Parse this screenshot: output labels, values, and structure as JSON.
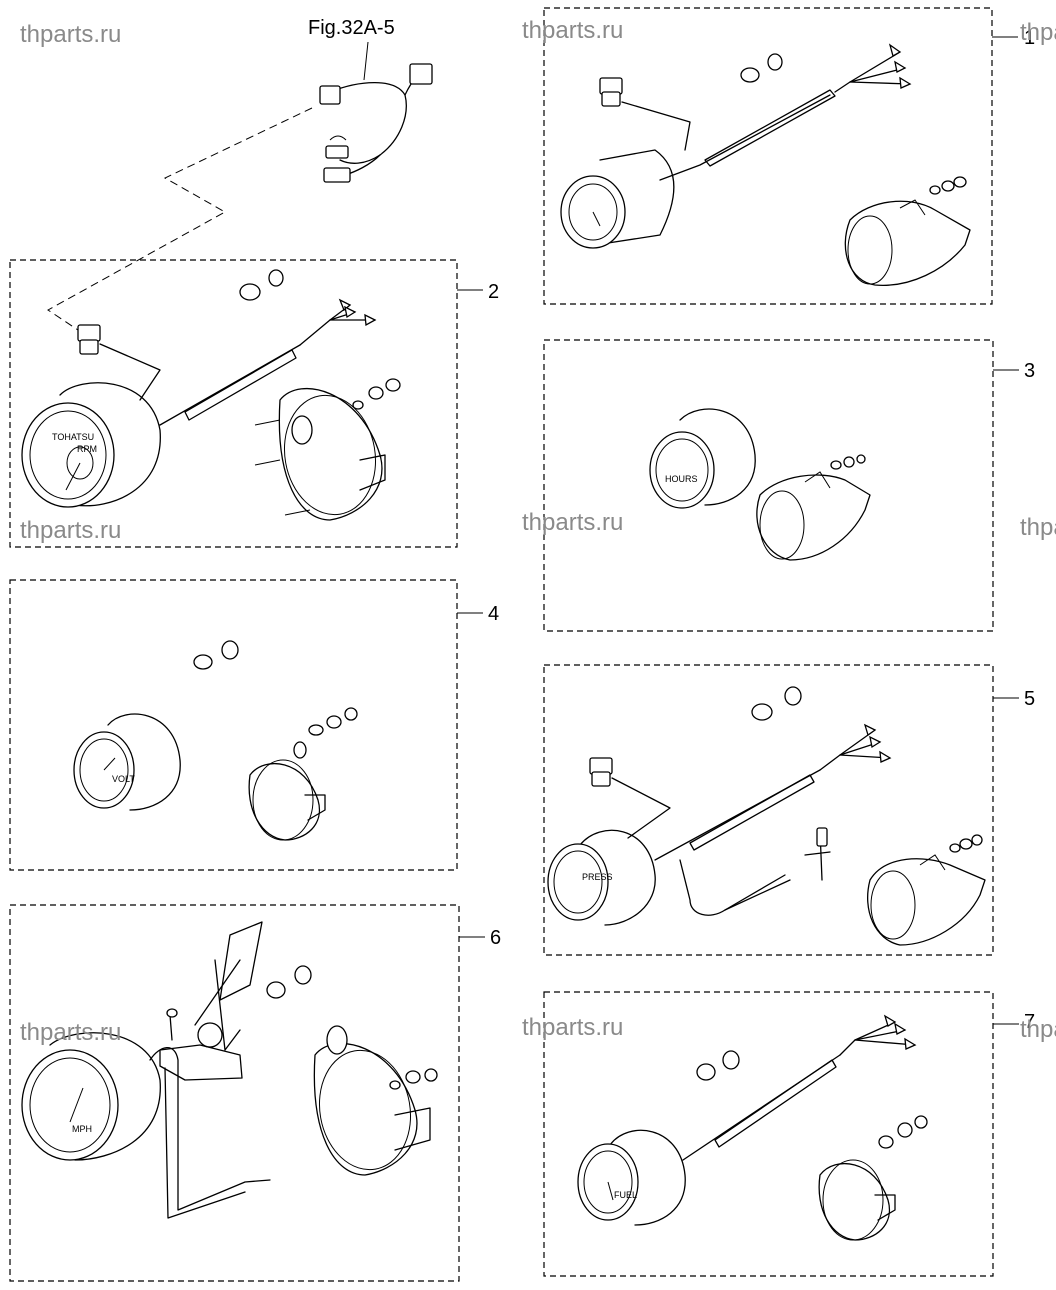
{
  "figure_ref": "Fig.32A-5",
  "watermark": "thparts.ru",
  "callouts": [
    "1",
    "2",
    "3",
    "4",
    "5",
    "6",
    "7"
  ],
  "dial_labels": {
    "tach": "RPM",
    "volt": "VOLT",
    "pressure": "PRESS",
    "speed": "MPH",
    "fuel": "FUEL",
    "hours": "HOURS",
    "brand": "TOHATSU"
  }
}
